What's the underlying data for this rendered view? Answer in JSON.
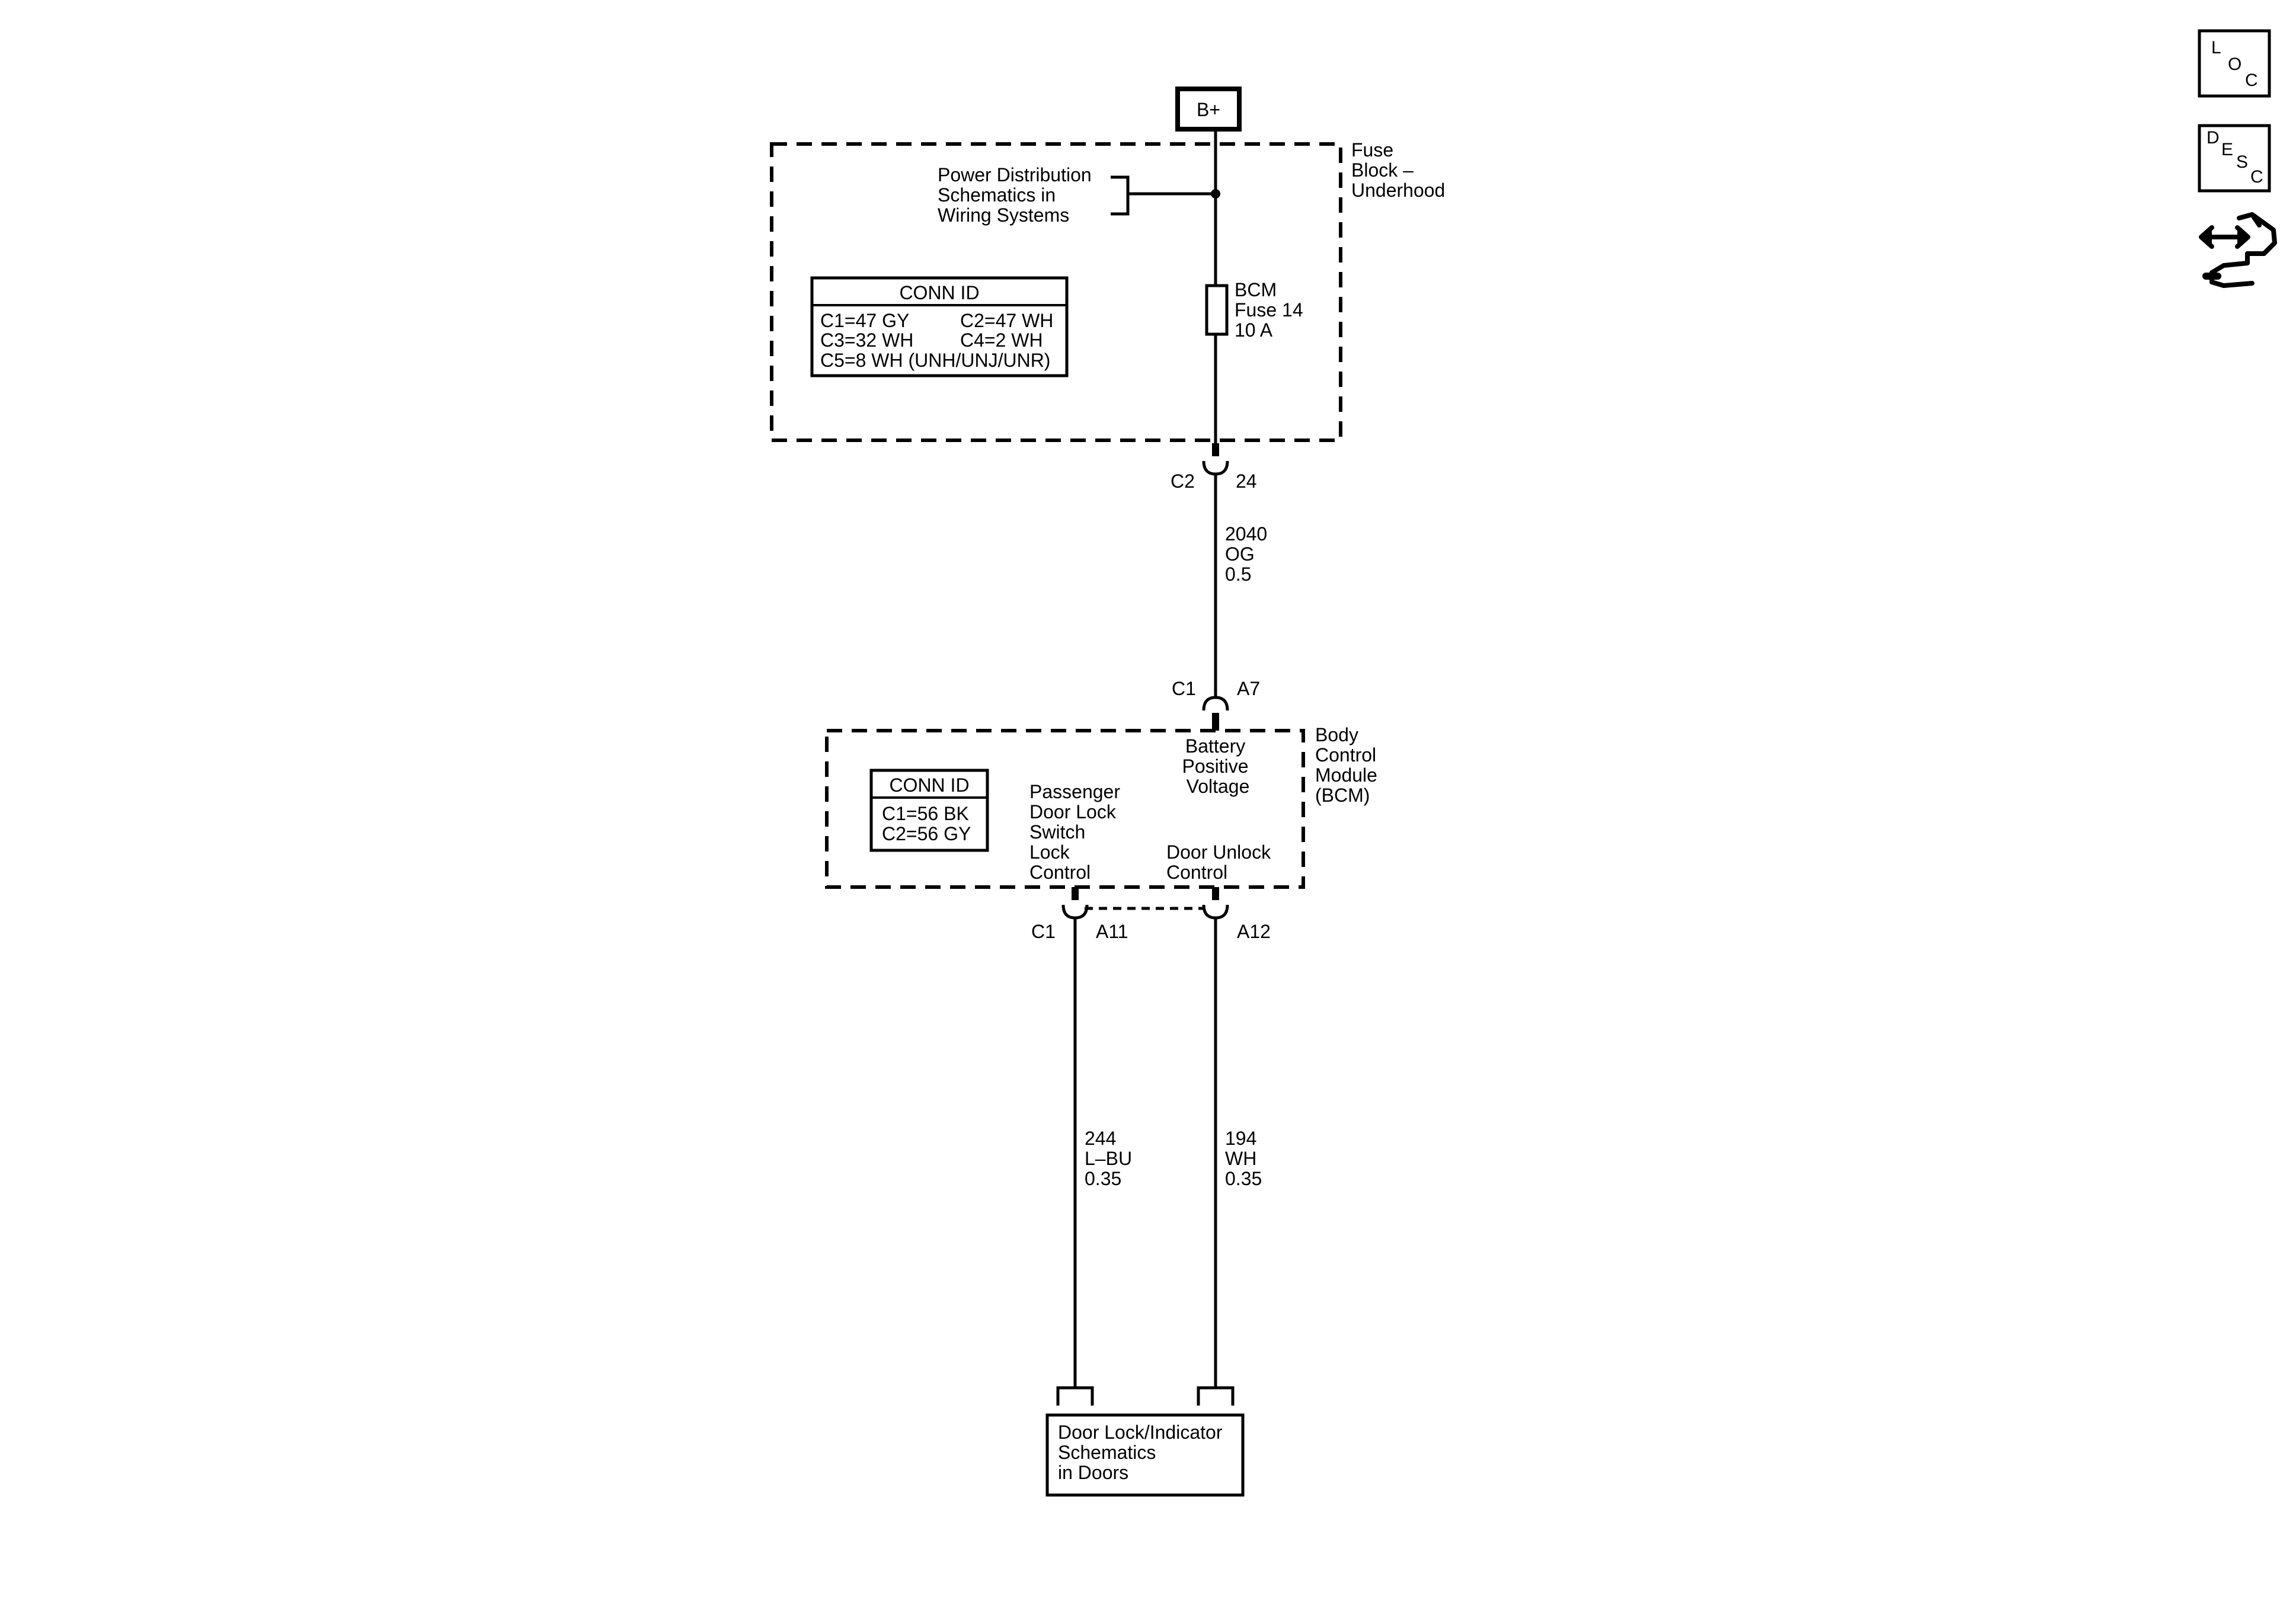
{
  "battery": {
    "label": "B+"
  },
  "fuse_block": {
    "name_lines": [
      "Fuse",
      "Block –",
      "Underhood"
    ],
    "power_distribution_lines": [
      "Power Distribution",
      "Schematics in",
      "Wiring Systems"
    ],
    "conn_id": {
      "title": "CONN ID",
      "rows": [
        [
          "C1=47 GY",
          "C2=47 WH"
        ],
        [
          "C3=32 WH",
          "C4=2 WH"
        ],
        [
          "C5=8 WH (UNH/UNJ/UNR)",
          ""
        ]
      ]
    },
    "fuse_lines": [
      "BCM",
      "Fuse 14",
      "10 A"
    ]
  },
  "connector_c2": {
    "connector": "C2",
    "pin": "24"
  },
  "wire_2040": [
    "2040",
    "OG",
    "0.5"
  ],
  "connector_c1_a7": {
    "connector": "C1",
    "pin": "A7"
  },
  "bcm": {
    "name_lines": [
      "Body",
      "Control",
      "Module",
      "(BCM)"
    ],
    "battery_voltage_lines": [
      "Battery",
      "Positive",
      "Voltage"
    ],
    "conn_id": {
      "title": "CONN ID",
      "rows": [
        [
          "C1=56 BK"
        ],
        [
          "C2=56 GY"
        ]
      ]
    },
    "lock_control_lines": [
      "Passenger",
      "Door Lock",
      "Switch",
      "Lock",
      "Control"
    ],
    "unlock_control_lines": [
      "Door Unlock",
      "Control"
    ]
  },
  "connector_c1_a11": {
    "connector": "C1",
    "pin": "A11"
  },
  "connector_a12": {
    "pin": "A12"
  },
  "wire_244": [
    "244",
    "L–BU",
    "0.35"
  ],
  "wire_194": [
    "194",
    "WH",
    "0.35"
  ],
  "door_lock_box": {
    "lines": [
      "Door Lock/Indicator",
      "Schematics",
      "in Doors"
    ]
  },
  "nav": {
    "loc_letters": [
      "L",
      "O",
      "C"
    ],
    "desc_letters": [
      "D",
      "E",
      "S",
      "C"
    ],
    "connector_icon": "connector-repair-icon"
  }
}
